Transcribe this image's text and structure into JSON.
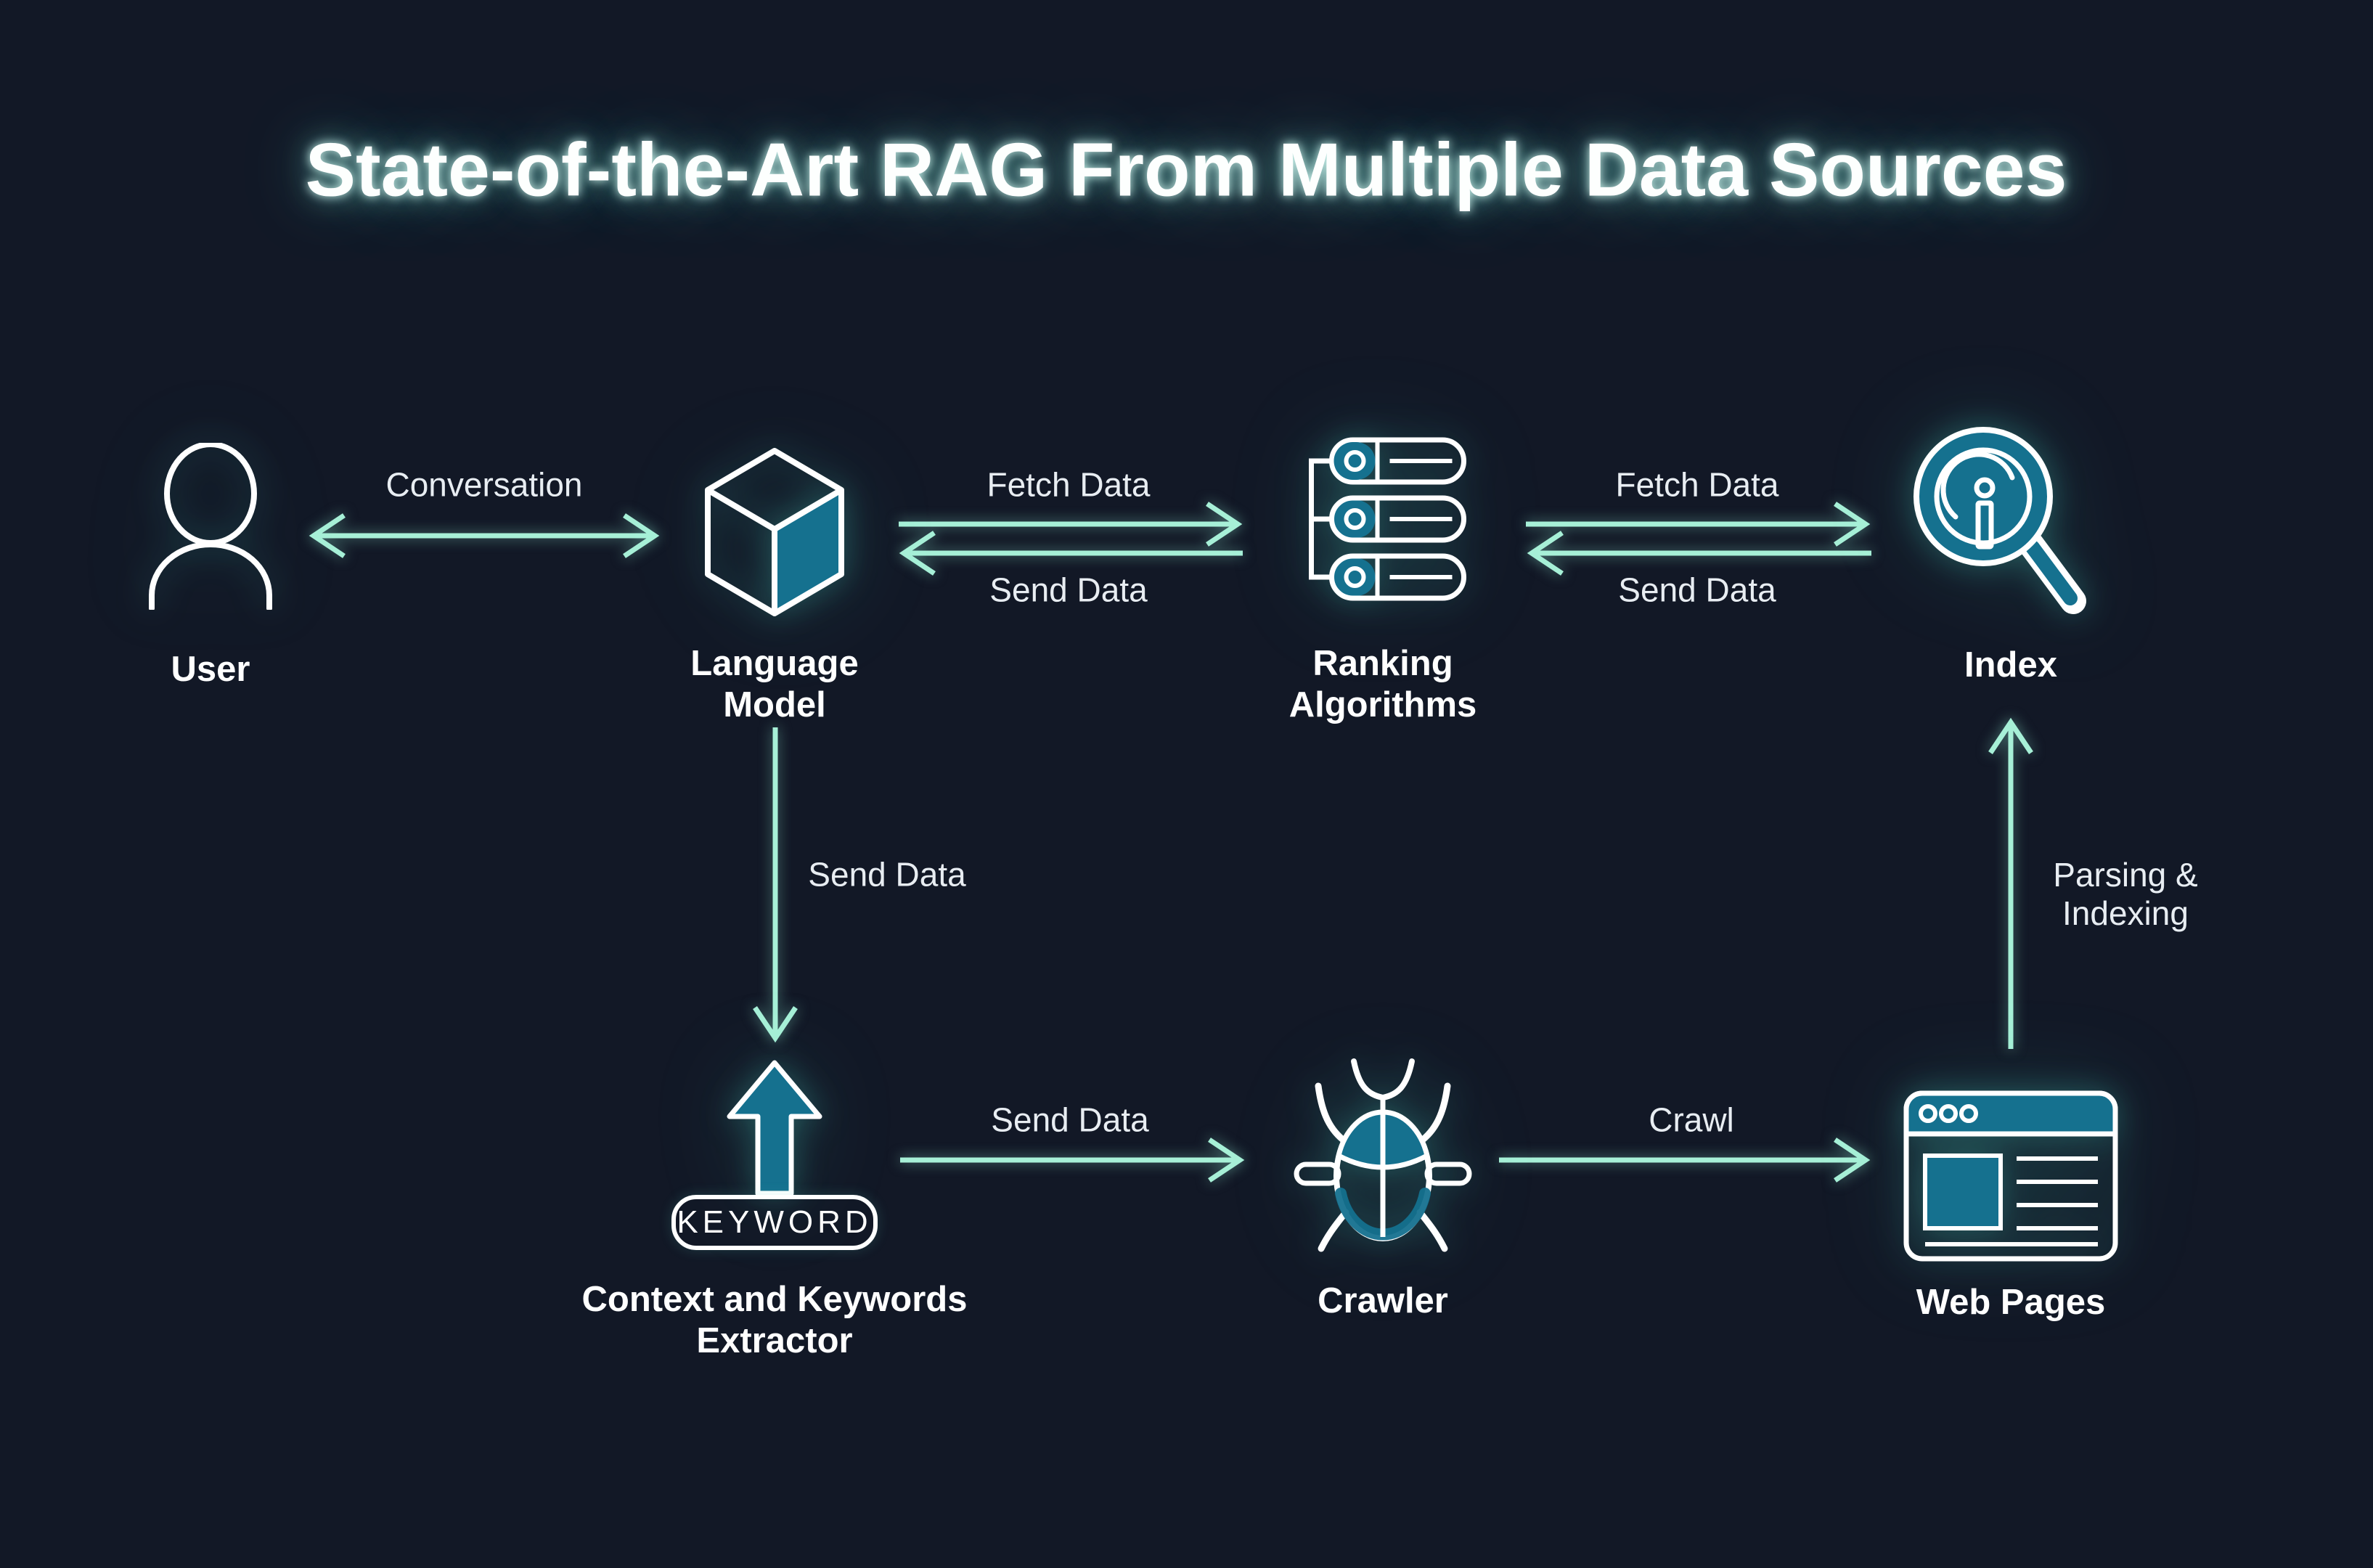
{
  "title": "State-of-the-Art RAG From Multiple Data Sources",
  "colors": {
    "background": "#121826",
    "accent_teal": "#15718F",
    "arrow_mint": "#A7F0D7",
    "text_white": "#FFFFFF",
    "edge_label_gray": "#E8EDF2",
    "icon_dark_fill": "#0D1626"
  },
  "nodes": {
    "user": {
      "label": "User",
      "icon": "user-icon"
    },
    "language_model": {
      "label": "Language Model",
      "icon": "cube-icon"
    },
    "ranking": {
      "label": "Ranking Algorithms",
      "icon": "server-list-icon"
    },
    "index": {
      "label": "Index",
      "icon": "magnifier-info-icon"
    },
    "extractor": {
      "label": "Context and Keywords Extractor",
      "badge": "KEYWORD",
      "icon": "arrow-up-icon"
    },
    "crawler": {
      "label": "Crawler",
      "icon": "bug-icon"
    },
    "web_pages": {
      "label": "Web Pages",
      "icon": "browser-window-icon"
    }
  },
  "edges": {
    "conversation": "Conversation",
    "lm_ra_fetch": "Fetch Data",
    "lm_ra_send": "Send Data",
    "ra_index_fetch": "Fetch Data",
    "ra_index_send": "Send Data",
    "lm_extractor_send": "Send Data",
    "extractor_crawler_send": "Send Data",
    "crawler_web_crawl": "Crawl",
    "web_index_parsing": "Parsing & Indexing"
  }
}
